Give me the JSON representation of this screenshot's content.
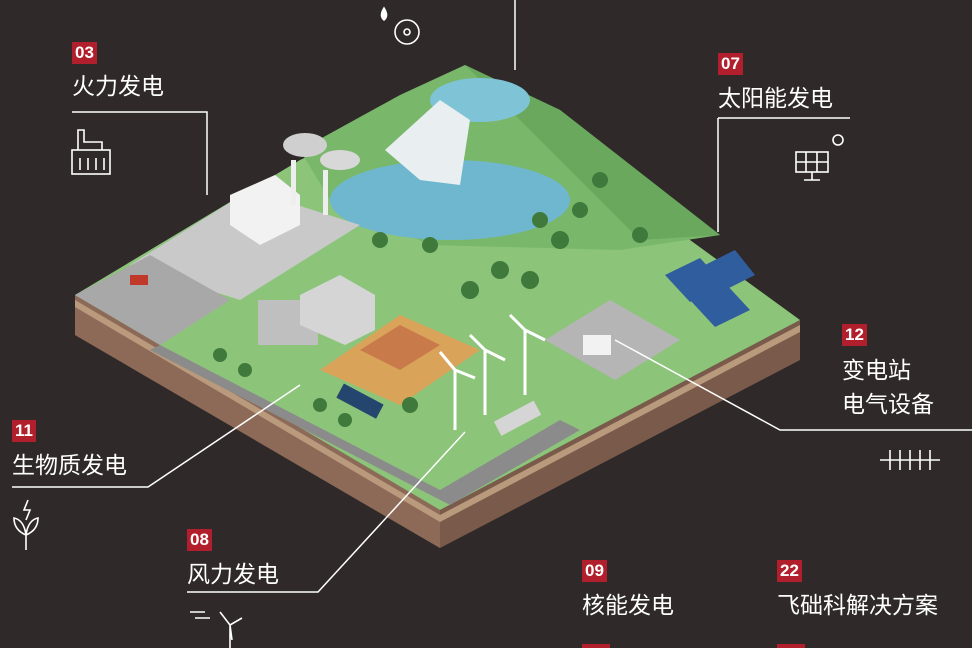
{
  "title_icon_top": "water-gear-icon",
  "items": [
    {
      "num": "03",
      "label": "火力发电",
      "icon": "thermal-plant-icon"
    },
    {
      "num": "07",
      "label": "太阳能发电",
      "icon": "solar-panel-icon"
    },
    {
      "num": "12",
      "label": "变电站",
      "label2": "电气设备",
      "icon": "insulator-icon"
    },
    {
      "num": "11",
      "label": "生物质发电",
      "icon": "biomass-leaf-icon"
    },
    {
      "num": "08",
      "label": "风力发电",
      "icon": "wind-turbine-icon"
    },
    {
      "num": "09",
      "label": "核能发电"
    },
    {
      "num": "22",
      "label": "飞础科解决方案"
    }
  ],
  "colors": {
    "background": "#2f2a29",
    "badge": "#b01f2b",
    "grass": "#8cc47a",
    "water": "#6fb7cf"
  }
}
